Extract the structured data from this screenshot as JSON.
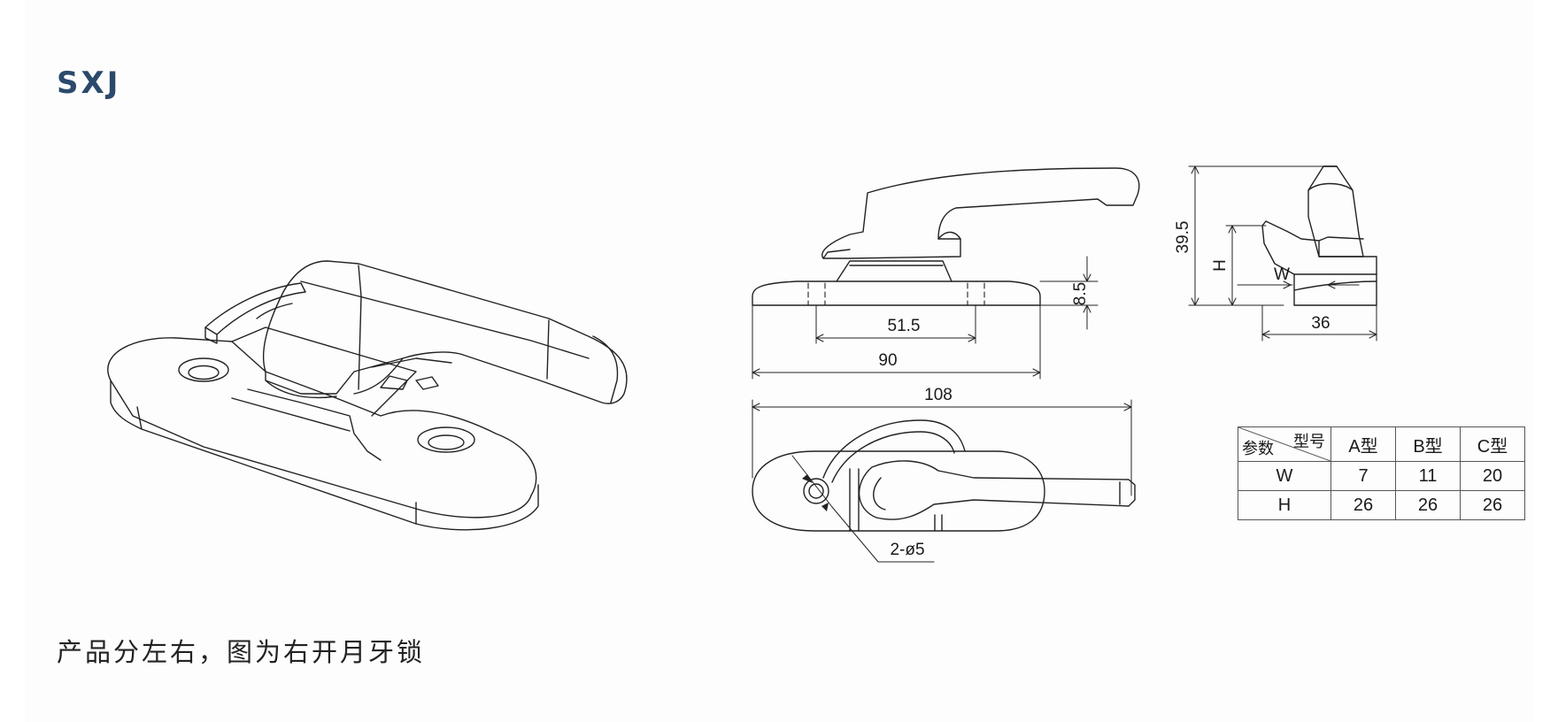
{
  "title": "SXJ",
  "caption": "产品分左右，图为右开月牙锁",
  "dimensions": {
    "d_39_5": "39.5",
    "d_H": "H",
    "d_W": "W",
    "d_36": "36",
    "d_8_5": "8.5",
    "d_51_5": "51.5",
    "d_90": "90",
    "d_108": "108",
    "d_hole": "2-ø5"
  },
  "table": {
    "corner_top": "型号",
    "corner_bottom": "参数",
    "columns": [
      "A型",
      "B型",
      "C型"
    ],
    "rows": [
      {
        "label": "W",
        "values": [
          "7",
          "11",
          "20"
        ]
      },
      {
        "label": "H",
        "values": [
          "26",
          "26",
          "26"
        ]
      }
    ]
  }
}
